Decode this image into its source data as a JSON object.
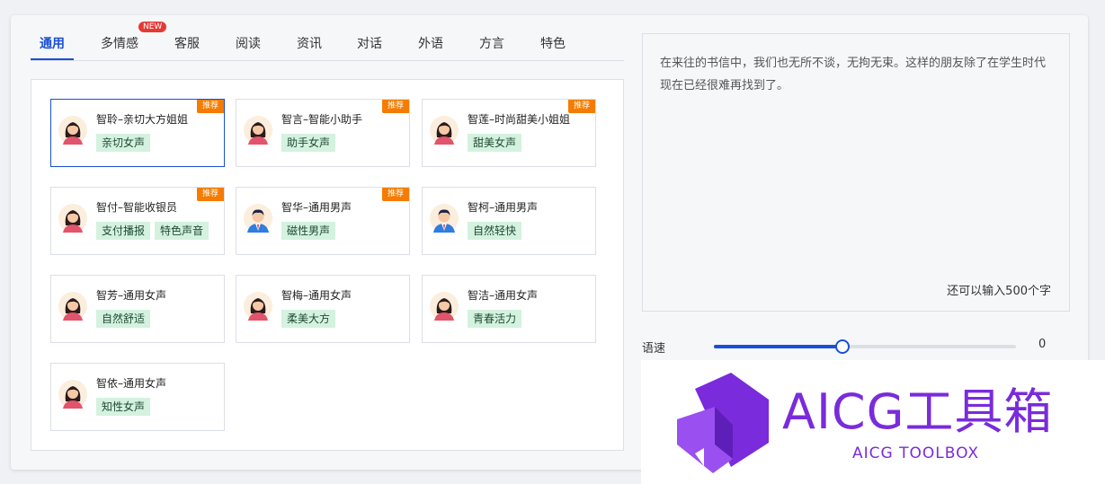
{
  "tabs": [
    {
      "label": "通用",
      "active": true
    },
    {
      "label": "多情感",
      "badge": "NEW"
    },
    {
      "label": "客服"
    },
    {
      "label": "阅读"
    },
    {
      "label": "资讯"
    },
    {
      "label": "对话"
    },
    {
      "label": "外语"
    },
    {
      "label": "方言"
    },
    {
      "label": "特色"
    }
  ],
  "recommend_label": "推荐",
  "voices": [
    {
      "name": "智聆–亲切大方姐姐",
      "tags": [
        "亲切女声"
      ],
      "gender": "female",
      "recommended": true,
      "selected": true
    },
    {
      "name": "智言–智能小助手",
      "tags": [
        "助手女声"
      ],
      "gender": "female",
      "recommended": true
    },
    {
      "name": "智莲–时尚甜美小姐姐",
      "tags": [
        "甜美女声"
      ],
      "gender": "female",
      "recommended": true
    },
    {
      "name": "智付–智能收银员",
      "tags": [
        "支付播报",
        "特色声音"
      ],
      "gender": "female",
      "recommended": true
    },
    {
      "name": "智华–通用男声",
      "tags": [
        "磁性男声"
      ],
      "gender": "male",
      "recommended": true
    },
    {
      "name": "智柯–通用男声",
      "tags": [
        "自然轻快"
      ],
      "gender": "male",
      "recommended": false
    },
    {
      "name": "智芳–通用女声",
      "tags": [
        "自然舒适"
      ],
      "gender": "female",
      "recommended": false
    },
    {
      "name": "智梅–通用女声",
      "tags": [
        "柔美大方"
      ],
      "gender": "female",
      "recommended": false
    },
    {
      "name": "智洁–通用女声",
      "tags": [
        "青春活力"
      ],
      "gender": "female",
      "recommended": false
    },
    {
      "name": "智依–通用女声",
      "tags": [
        "知性女声"
      ],
      "gender": "female",
      "recommended": false
    }
  ],
  "text_input": {
    "content": "在来往的书信中，我们也无所不谈，无拘无束。这样的朋友除了在学生时代现在已经很难再找到了。",
    "remaining": "还可以输入500个字"
  },
  "speed": {
    "label": "语速",
    "value": "0",
    "level": 0.425
  },
  "watermark": {
    "title": "AICG工具箱",
    "subtitle": "AICG TOOLBOX"
  },
  "colors": {
    "accent": "#1a4fd6",
    "recommend": "#f57c00",
    "tag_bg": "#d4f2df",
    "watermark": "#7a2bdc"
  }
}
